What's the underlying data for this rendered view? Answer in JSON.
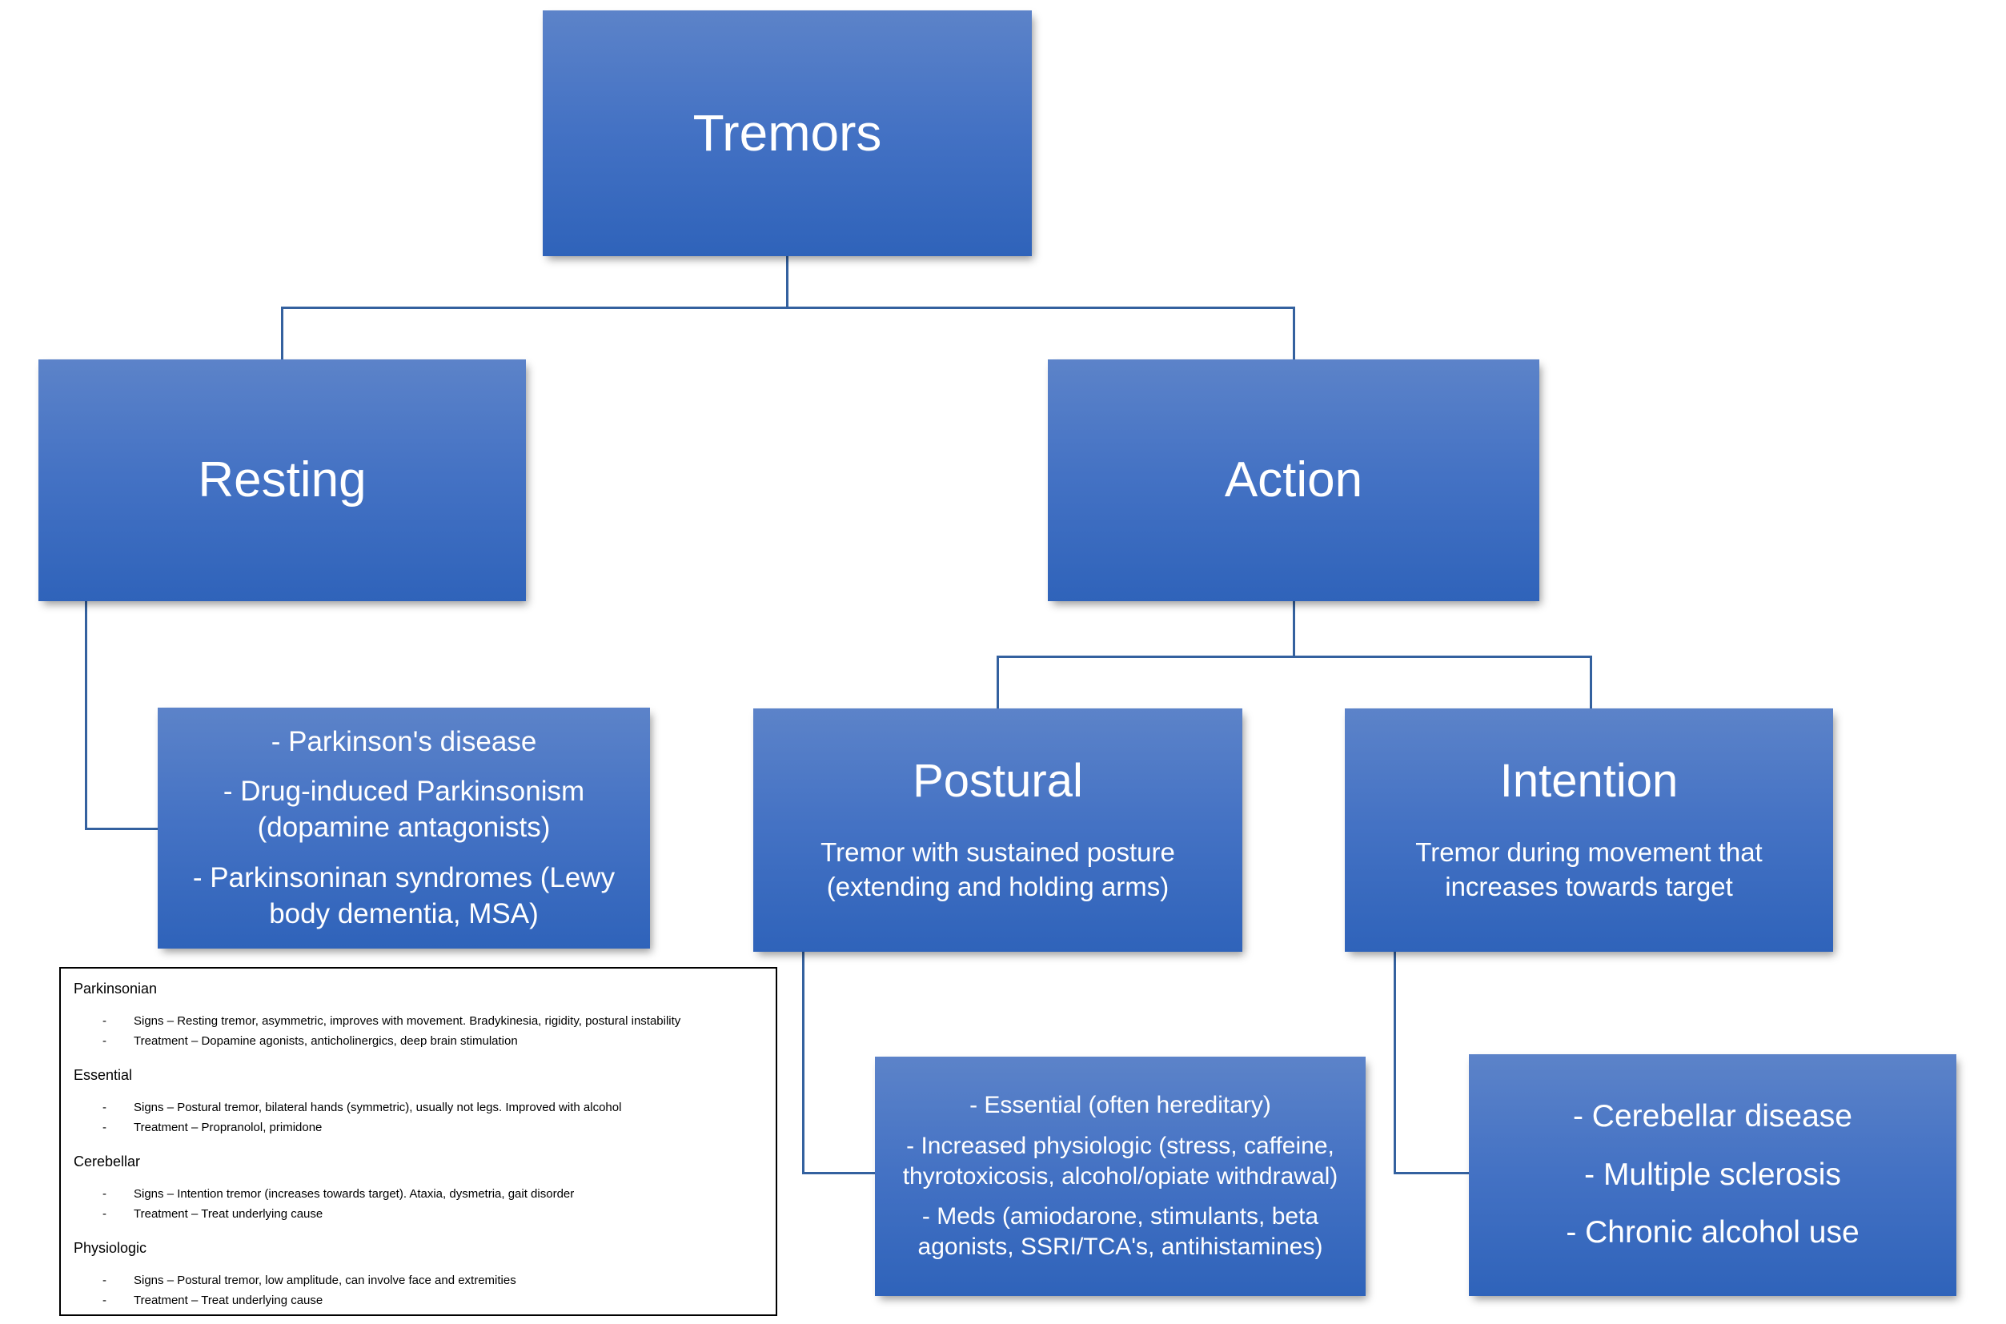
{
  "nodes": {
    "tremors": {
      "label": "Tremors"
    },
    "resting": {
      "label": "Resting"
    },
    "action": {
      "label": "Action"
    },
    "postural": {
      "title": "Postural",
      "subtitle": "Tremor with sustained posture (extending and holding arms)"
    },
    "intention": {
      "title": "Intention",
      "subtitle": "Tremor during movement that increases towards target"
    },
    "resting_causes": {
      "items": [
        "- Parkinson's disease",
        "- Drug-induced Parkinsonism (dopamine antagonists)",
        "- Parkinsoninan syndromes (Lewy body dementia, MSA)"
      ]
    },
    "postural_causes": {
      "items": [
        "- Essential (often hereditary)",
        "- Increased physiologic (stress, caffeine, thyrotoxicosis, alcohol/opiate withdrawal)",
        "- Meds (amiodarone, stimulants, beta agonists, SSRI/TCA's, antihistamines)"
      ]
    },
    "intention_causes": {
      "items": [
        "- Cerebellar disease",
        "- Multiple sclerosis",
        "- Chronic alcohol use"
      ]
    }
  },
  "summary": {
    "bullet_marker": "-",
    "sections": [
      {
        "heading": "Parkinsonian",
        "bullets": [
          "Signs – Resting tremor, asymmetric, improves with movement. Bradykinesia, rigidity, postural instability",
          "Treatment – Dopamine agonists, anticholinergics, deep brain stimulation"
        ]
      },
      {
        "heading": "Essential",
        "bullets": [
          "Signs – Postural tremor, bilateral hands (symmetric), usually not legs. Improved with alcohol",
          "Treatment – Propranolol, primidone"
        ]
      },
      {
        "heading": "Cerebellar",
        "bullets": [
          "Signs – Intention tremor (increases towards target). Ataxia, dysmetria, gait disorder",
          "Treatment – Treat underlying cause"
        ]
      },
      {
        "heading": "Physiologic",
        "bullets": [
          "Signs – Postural tremor, low amplitude, can involve face and extremities",
          "Treatment – Treat underlying cause"
        ]
      }
    ]
  },
  "colors": {
    "box_gradient_top": "#5c83c9",
    "box_gradient_mid": "#4472c4",
    "box_gradient_bottom": "#2f63ba",
    "connector": "#34619f",
    "box_text": "#ffffff",
    "summary_border": "#000000",
    "summary_text": "#000000",
    "background": "#ffffff"
  }
}
